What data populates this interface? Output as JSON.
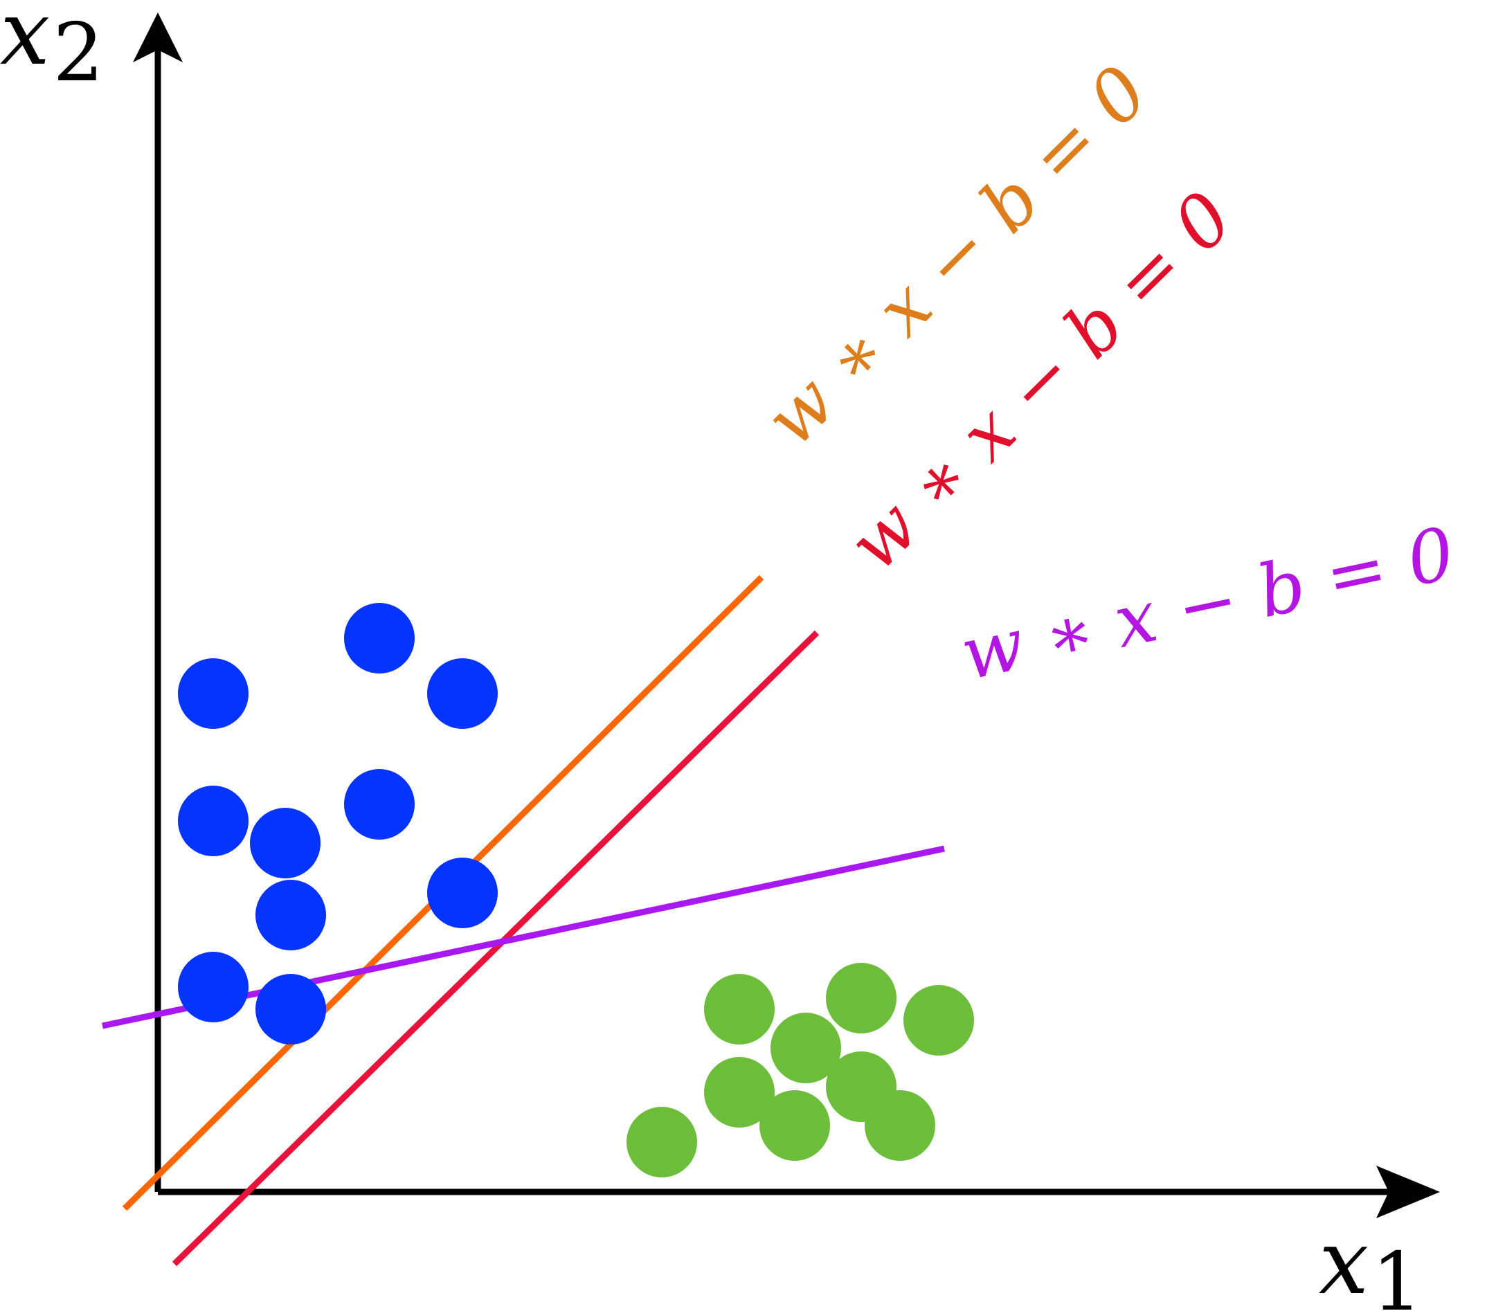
{
  "axes": {
    "x_label": "x",
    "x_subscript": "1",
    "y_label": "x",
    "y_subscript": "2",
    "axis_color": "#000000"
  },
  "classes": [
    {
      "name": "",
      "color": "#0533ff",
      "points": [
        [
          1,
          9
        ],
        [
          4,
          10
        ],
        [
          5.5,
          9
        ],
        [
          1,
          6.7
        ],
        [
          2.3,
          6.3
        ],
        [
          4,
          7
        ],
        [
          2.4,
          5
        ],
        [
          5.5,
          5.4
        ],
        [
          1,
          3.7
        ],
        [
          2.4,
          3.3
        ]
      ]
    },
    {
      "name": "",
      "color": "#6bbd3a",
      "points": [
        [
          10.5,
          3.3
        ],
        [
          12.7,
          3.5
        ],
        [
          14.1,
          3.1
        ],
        [
          11.7,
          2.6
        ],
        [
          10.5,
          1.8
        ],
        [
          12.7,
          1.9
        ],
        [
          11.5,
          1.2
        ],
        [
          13.4,
          1.2
        ],
        [
          9.1,
          0.9
        ]
      ]
    }
  ],
  "lines": [
    {
      "equation": "w ∗ x − b = 0",
      "color": "#ff6600",
      "label_color": "#dd7d1b",
      "p1": [
        -0.6,
        -0.3
      ],
      "p2": [
        10.9,
        11.1
      ]
    },
    {
      "equation": "w ∗ x − b = 0",
      "color": "#e8123a",
      "label_color": "#e0102c",
      "p1": [
        0.3,
        -1.3
      ],
      "p2": [
        11.9,
        10.1
      ]
    },
    {
      "equation": "w ∗ x − b = 0",
      "color": "#a818f0",
      "label_color": "#b216e0",
      "p1": [
        -1.0,
        3.0
      ],
      "p2": [
        14.2,
        6.2
      ]
    }
  ]
}
